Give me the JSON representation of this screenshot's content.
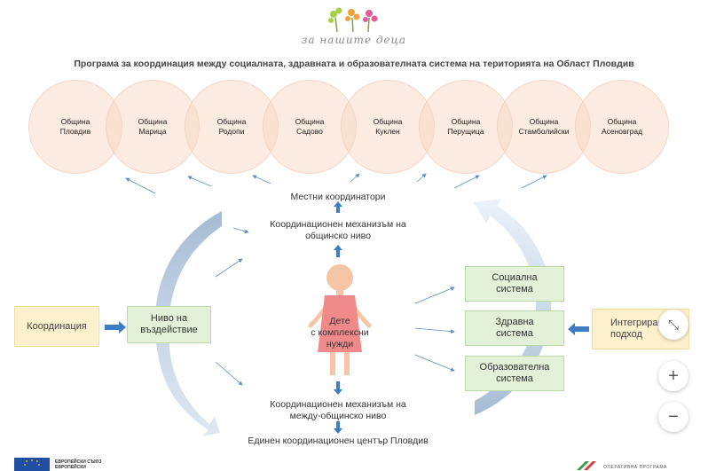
{
  "logo": {
    "text": "за нашите деца"
  },
  "title": "Програма за координация между социалната, здравната и образователната система на територията на Област Пловдив",
  "municipalities": [
    {
      "line1": "Община",
      "line2": "Пловдив"
    },
    {
      "line1": "Община",
      "line2": "Марица"
    },
    {
      "line1": "Община",
      "line2": "Родопи"
    },
    {
      "line1": "Община",
      "line2": "Садово"
    },
    {
      "line1": "Община",
      "line2": "Куклен"
    },
    {
      "line1": "Община",
      "line2": "Перущица"
    },
    {
      "line1": "Община",
      "line2": "Стамболийски"
    },
    {
      "line1": "Община",
      "line2": "Асеновград"
    }
  ],
  "center": {
    "local_coordinators": "Местни координатори",
    "municipal_mechanism_1": "Координационен механизъм на",
    "municipal_mechanism_2": "общинско ниво",
    "child_1": "Дете",
    "child_2": "с комплексни",
    "child_3": "нужди",
    "inter_mechanism_1": "Координационен механизъм на",
    "inter_mechanism_2": "между-общинско ниво",
    "unified_center": "Единен координационен център Пловдив"
  },
  "left": {
    "coordination": "Координация",
    "impact_1": "Ниво на",
    "impact_2": "въздействие"
  },
  "right": {
    "social_1": "Социална",
    "social_2": "система",
    "health_1": "Здравна",
    "health_2": "система",
    "education_1": "Образователна",
    "education_2": "система",
    "integrated_1": "Интегриран",
    "integrated_2": "подход"
  },
  "footer": {
    "eu_text_1": "ЕВРОПЕЙСКИ СЪЮЗ",
    "eu_text_2": "ЕВРОПЕЙСКИ",
    "op_text": "ОПЕРАТИВНА ПРОГРАМА"
  },
  "controls": {
    "collapse": "⤡",
    "zoom_in": "+",
    "zoom_out": "−"
  },
  "colors": {
    "circle": "#f7d7c4",
    "green_box": "#e3f1d9",
    "yellow_box": "#fdf0cc",
    "arrow_blue": "#5b8fc9",
    "child_dress": "#f08a8a",
    "child_skin": "#f5c6a5"
  }
}
